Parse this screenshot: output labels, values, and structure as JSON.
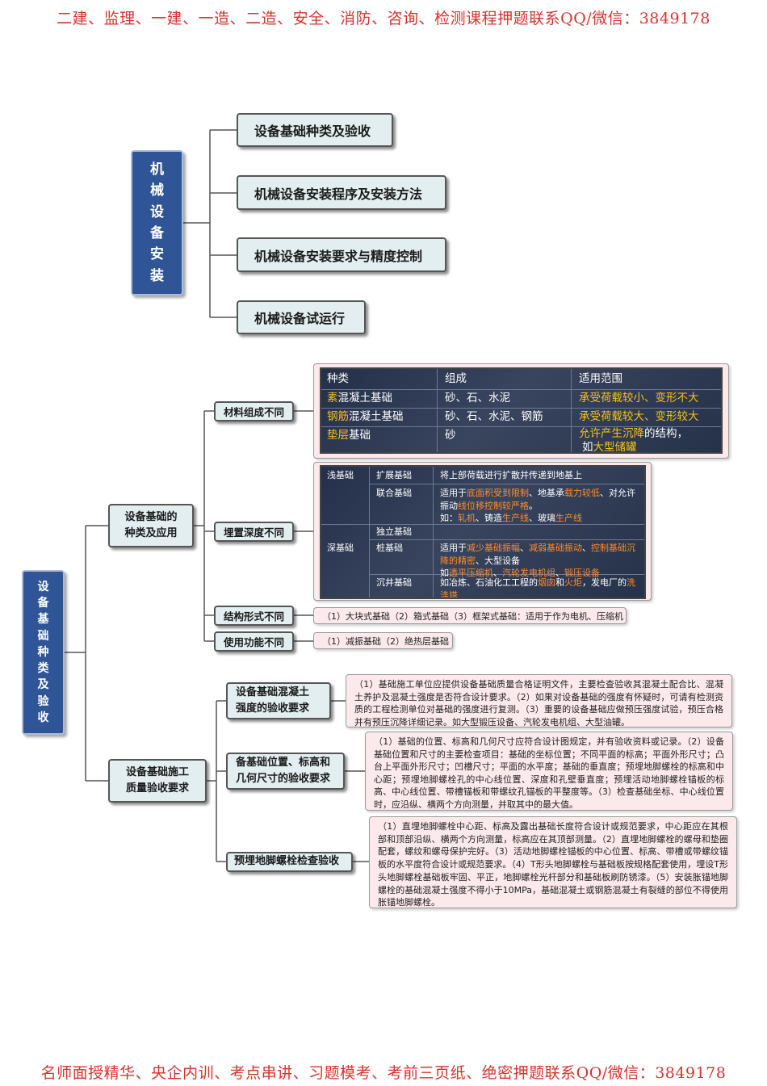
{
  "banner_top": "二建、监理、一建、一造、二造、安全、消防、咨询、检测课程押题联系QQ/微信：3849178",
  "banner_bottom": "名师面授精华、央企内训、考点串讲、习题模考、考前三页纸、绝密押题联系QQ/微信：3849178",
  "part1": {
    "root": [
      "机",
      "械",
      "设",
      "备",
      "安",
      "装"
    ],
    "items": [
      "设备基础种类及验收",
      "机械设备安装程序及安装方法",
      "机械设备安装要求与精度控制",
      "机械设备试运行"
    ]
  },
  "part2": {
    "root": [
      "设",
      "备",
      "基",
      "础",
      "种",
      "类",
      "及",
      "验",
      "收"
    ],
    "group1": {
      "label_lines": [
        "设备基础的",
        "种类及应用"
      ],
      "sub1": {
        "label": "材料组成不同",
        "headers": [
          "种类",
          "组成",
          "适用范围"
        ],
        "row1": {
          "name_hl": "素",
          "name": "混凝土基础",
          "comp": "砂、石、水泥",
          "use_a": "承受荷载较小",
          "use_sep": "、",
          "use_b": "变形不大"
        },
        "row2": {
          "name_hl": "钢筋",
          "name": "混凝土基础",
          "comp": "砂、石、水泥、钢筋",
          "use_a": "承受荷载较大",
          "use_sep": "、",
          "use_b": "变形较大"
        },
        "row3": {
          "name_hl": "垫层",
          "name": "基础",
          "comp": "砂",
          "use_a": "允许产生沉降",
          "use_b": "的结构，",
          "use_c": "如",
          "use_d": "大型储罐"
        }
      },
      "sub2": {
        "label": "埋置深度不同",
        "shallow": "浅基础",
        "deep": "深基础",
        "r1": {
          "type": "扩展基础",
          "desc": "将上部荷载进行扩散并传递到地基上"
        },
        "r2": {
          "type": "联合基础",
          "a": "适用于",
          "b": "底面积受到限制",
          "c": "、地基承",
          "d": "载力较低",
          "e": "、对允许",
          "f": "振动",
          "g": "线位移控制较严格",
          "h": "。",
          "i": "如：",
          "j": "轧机",
          "k": "、铸造",
          "l": "生产线",
          "m": "、玻璃",
          "n": "生产线"
        },
        "r3": {
          "type": "独立基础"
        },
        "r4": {
          "type": "桩基础",
          "a": "适用于",
          "b": "减少基础振幅",
          "c": "、",
          "d": "减弱基础振动",
          "e": "、",
          "f": "控制基础沉",
          "g": "降的精密",
          "h": "、大型设备",
          "i": "如",
          "j": "透平压缩机",
          "k": "、",
          "l": "汽轮发电机组",
          "m": "、",
          "n": "锻压设备"
        },
        "r5": {
          "type": "沉井基础",
          "a": "如冶炼、石油化工工程的",
          "b": "烟囱",
          "c": "和",
          "d": "火炬",
          "e": "，发电厂的",
          "f": "洗",
          "g": "涤塔"
        }
      },
      "sub3": {
        "label": "结构形式不同",
        "text": "（1）大块式基础（2）箱式基础（3）框架式基础：适用于作为电机、压缩机"
      },
      "sub4": {
        "label": "使用功能不同",
        "text": "（1）减振基础（2）绝热层基础"
      }
    },
    "group2": {
      "label_lines": [
        "设备基础施工",
        "质量验收要求"
      ],
      "sub1": {
        "label_lines": [
          "设备基础混凝土",
          "强度的验收要求"
        ],
        "text": "（1）基础施工单位应提供设备基础质量合格证明文件，主要检查验收其混凝土配合比、混凝土养护及混凝土强度是否符合设计要求。（2）如果对设备基础的强度有怀疑时，可请有检测资质的工程检测单位对基础的强度进行复测。（3）重要的设备基础应做预压强度试验，预压合格并有预压沉降详细记录。如大型锻压设备、汽轮发电机组、大型油罐。"
      },
      "sub2": {
        "label_lines": [
          "备基础位置、标高和",
          "几何尺寸的验收要求"
        ],
        "text": "（1）基础的位置、标高和几何尺寸应符合设计图规定，并有验收资料或记录。（2）设备基础位置和尺寸的主要检查项目：基础的坐标位置；不同平面的标高；平面外形尺寸；凸台上平面外形尺寸；凹槽尺寸；平面的水平度；基础的垂直度；预埋地脚螺栓的标高和中心距；预埋地脚螺栓孔的中心线位置、深度和孔壁垂直度；预埋活动地脚螺栓锚板的标高、中心线位置、带槽锚板和带螺纹孔锚板的平整度等。（3）检查基础坐标、中心线位置时，应沿纵、横两个方向测量，并取其中的最大值。"
      },
      "sub3": {
        "label": "预埋地脚螺栓检查验收",
        "text": "（1）直埋地脚螺栓中心距、标高及露出基础长度符合设计或规范要求，中心距应在其根部和顶部沿纵、横两个方向测量，标高应在其顶部测量。（2）直埋地脚螺栓的螺母和垫圈配套，螺纹和螺母保护完好。（3）活动地脚螺栓锚板的中心位置、标高、带槽或带螺纹锚板的水平度符合设计或规范要求。（4）T形头地脚螺栓与基础板按规格配套使用，埋设T形头地脚螺栓基础板牢固、平正，地脚螺栓光杆部分和基础板刷防锈漆。（5）安装胀锚地脚螺栓的基础混凝土强度不得小于10MPa，基础混凝土或钢筋混凝土有裂缝的部位不得使用胀锚地脚螺栓。"
      }
    }
  }
}
